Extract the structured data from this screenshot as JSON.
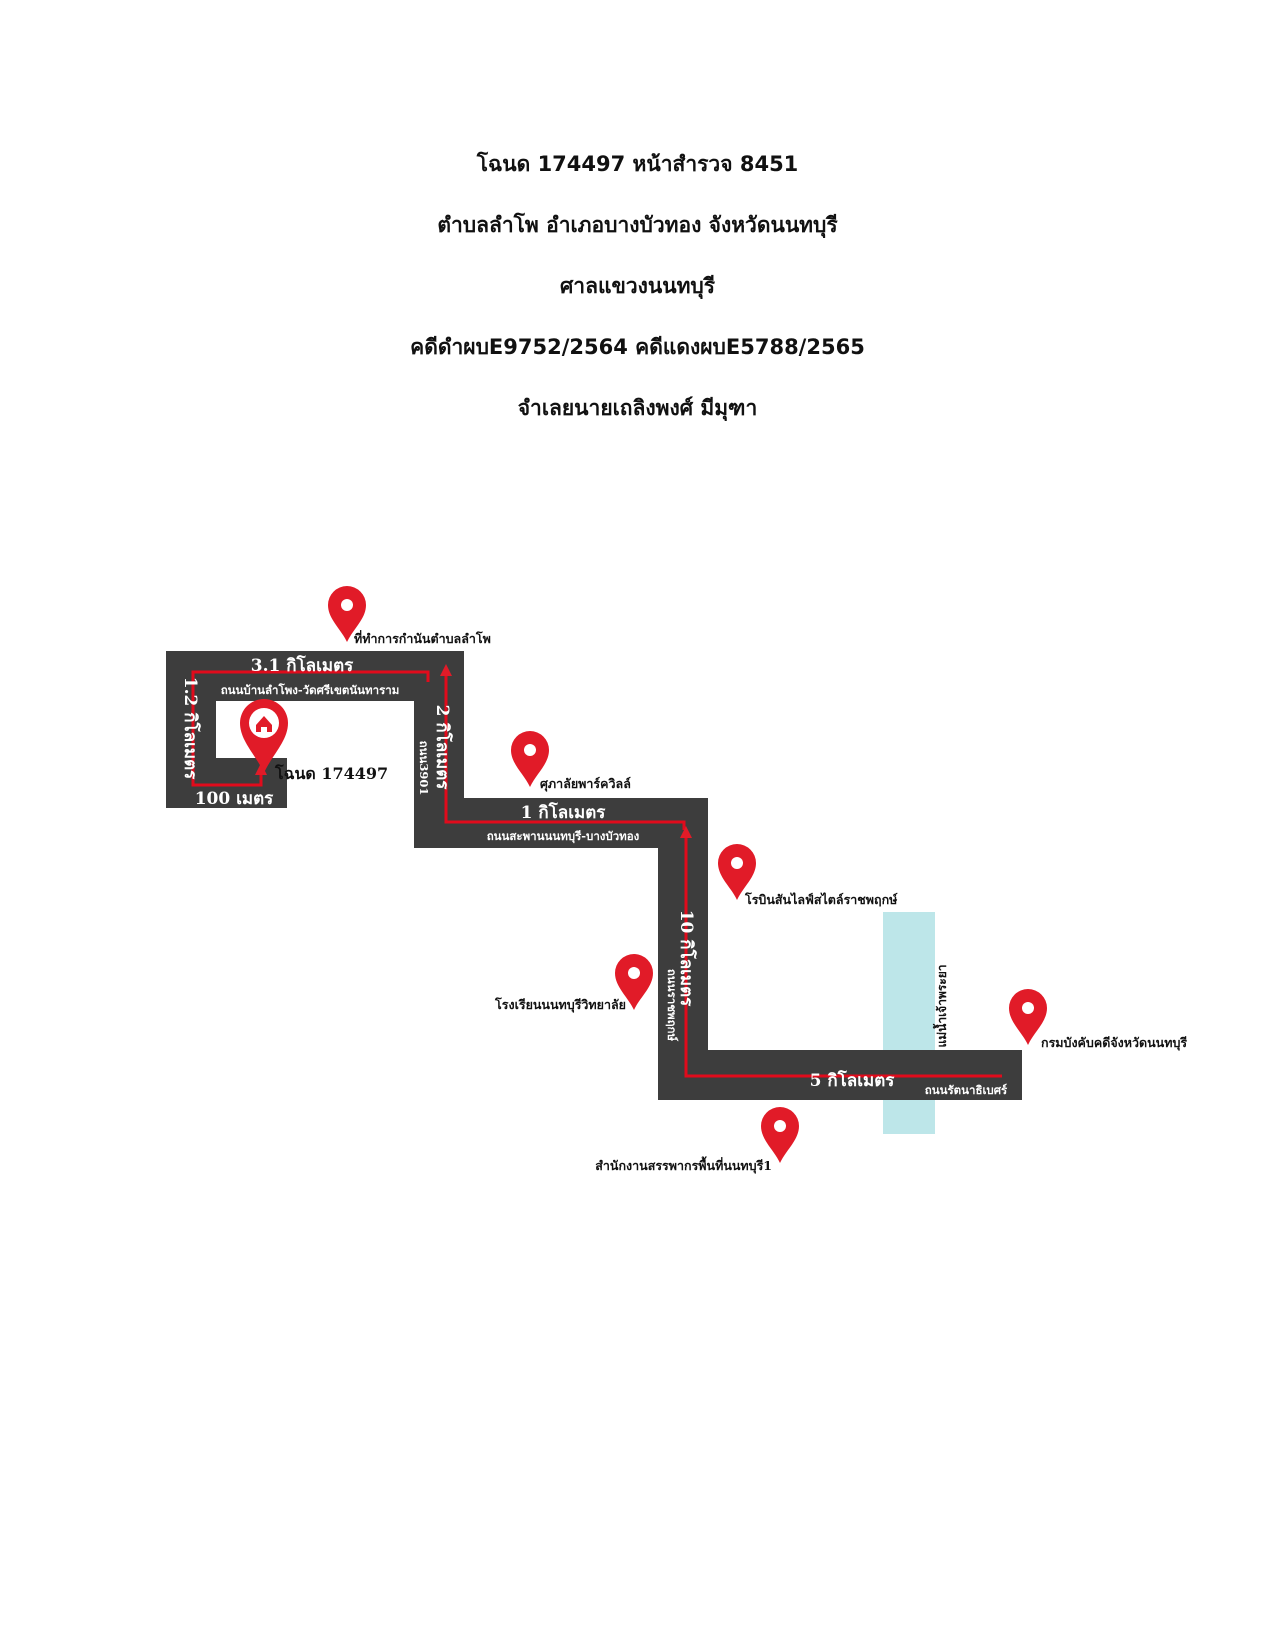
{
  "header": {
    "line1": "โฉนด 174497 หน้าสำรวจ 8451",
    "line2": "ตำบลลำโพ อำเภอบางบัวทอง จังหวัดนนทบุรี",
    "line3": "ศาลแขวงนนทบุรี",
    "line4": "คดีดำผบE9752/2564 คดีแดงผบE5788/2565",
    "line5": "จำเลยนายเถลิงพงศ์ มีมุฑา"
  },
  "map": {
    "distances": {
      "d100m": "100 เมตร",
      "d1_2km": "1.2 กิโลเมตร",
      "d3_1km": "3.1 กิโลเมตร",
      "d2km": "2 กิโลเมตร",
      "d1km": "1 กิโลเมตร",
      "d10km": "10 กิโลเมตร",
      "d5km": "5  กิโลเมตร"
    },
    "roads": {
      "lamphot": "ถนนบ้านลำโพง-วัดศรีเขตนันทาราม",
      "r3901": "ถนน3901",
      "saphan": "ถนนสะพานนนทบุรี-บางบัวทอง",
      "ratchaphruek": "ถนนราชพฤกษ์",
      "rattanathibet": "ถนนรัตนาธิเบศร์"
    },
    "river": "แม่น้ำเจ้าพระยา",
    "plot_label": "โฉนด 174497",
    "places": {
      "office": "ที่ทำการกำนันตำบลลำโพ",
      "supalai": "ศุภาลัยพาร์ควิลล์",
      "robinson": "โรบินสันไลฟ์สไตล์ราชพฤกษ์",
      "school": "โรงเรียนนนทบุรีวิทยาลัย",
      "enforcement": "กรมบังคับคดีจังหวัดนนทบุรี",
      "revenue": "สำนักงานสรรพากรพื้นที่นนทบุรี1"
    },
    "colors": {
      "road": "#3d3d3d",
      "route": "#e10b1c",
      "pin": "#e11b28",
      "river": "#bde6e9"
    },
    "icons": [
      "location-pin-icon",
      "home-pin-icon",
      "arrow-up-icon"
    ]
  }
}
